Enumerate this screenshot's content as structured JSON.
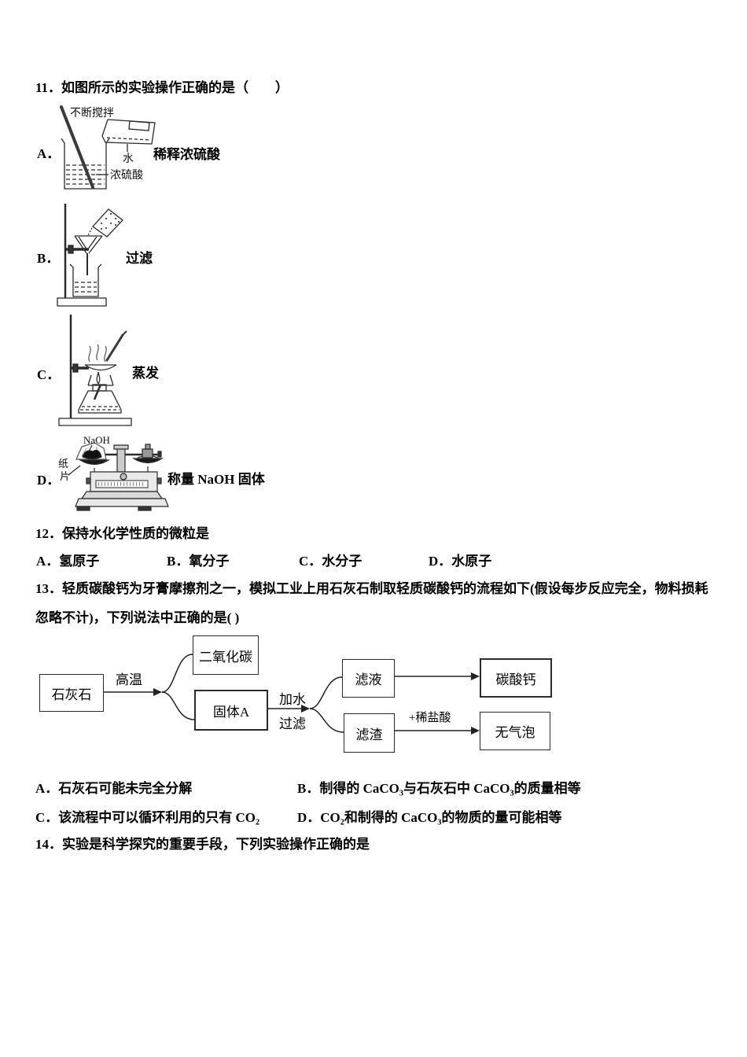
{
  "q11": {
    "title": "11．如图所示的实验操作正确的是（　　）",
    "a": {
      "label": "A．",
      "caption": "稀释浓硫酸",
      "stir": "不断搅拌",
      "water": "水",
      "acid": "浓硫酸"
    },
    "b": {
      "label": "B．",
      "caption": "过滤"
    },
    "c": {
      "label": "C．",
      "caption": "蒸发"
    },
    "d": {
      "label": "D．",
      "caption": "称量 NaOH 固体",
      "naoh": "NaOH",
      "paper1": "纸",
      "paper2": "片"
    }
  },
  "q12": {
    "title": "12．保持水化学性质的微粒是",
    "options": [
      "A．氢原子",
      "B．氧分子",
      "C．水分子",
      "D．水原子"
    ]
  },
  "q13": {
    "line1": "13．轻质碳酸钙为牙膏摩擦剂之一，模拟工业上用石灰石制取轻质碳酸钙的流程如下(假设每步反应完全，物料损耗",
    "line2": "忽略不计)，下列说法中正确的是( )",
    "flow": {
      "limestone": "石灰石",
      "co2": "二氧化碳",
      "solid_a": "固体A",
      "filtrate": "滤液",
      "residue": "滤渣",
      "caco3": "碳酸钙",
      "no_bubble": "无气泡",
      "high_temp": "高温",
      "add_water": "加水",
      "filter": "过滤",
      "dilute_hcl": "+稀盐酸"
    },
    "options": [
      "A．石灰石可能未完全分解",
      "B．制得的 CaCO₃与石灰石中 CaCO₃的质量相等",
      "C．该流程中可以循环利用的只有 CO₂",
      "D．CO₂和制得的 CaCO₃的物质的量可能相等"
    ]
  },
  "q14": {
    "title": "14．实验是科学探究的重要手段，下列实验操作正确的是"
  }
}
